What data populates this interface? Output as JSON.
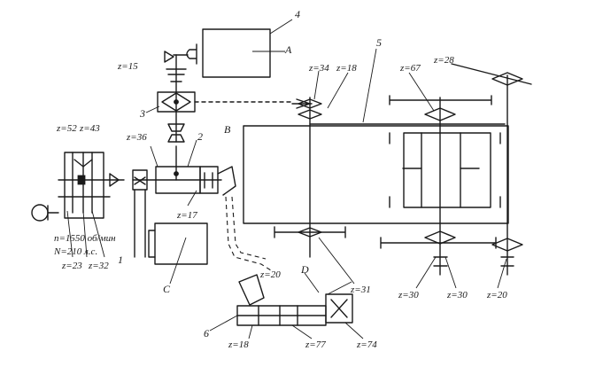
{
  "labels": {
    "n": "n=1550 об/мин",
    "N": "N=210 л.с.",
    "z15": "z=15",
    "z34": "z=34",
    "z18a": "z=18",
    "z67": "z=67",
    "z28": "z=28",
    "z52": "z=52",
    "z43": "z=43",
    "z36": "z=36",
    "z17": "z=17",
    "z23": "z=23",
    "z32": "z=32",
    "z20a": "z=20",
    "z31": "z=31",
    "z30a": "z=30",
    "z30b": "z=30",
    "z20b": "z=20",
    "z18b": "z=18",
    "z77": "z=77",
    "z74": "z=74",
    "A": "A",
    "B": "B",
    "C": "C",
    "D": "D",
    "n1": "1",
    "n2": "2",
    "n3": "3",
    "n4": "4",
    "n5": "5",
    "n6": "6"
  }
}
